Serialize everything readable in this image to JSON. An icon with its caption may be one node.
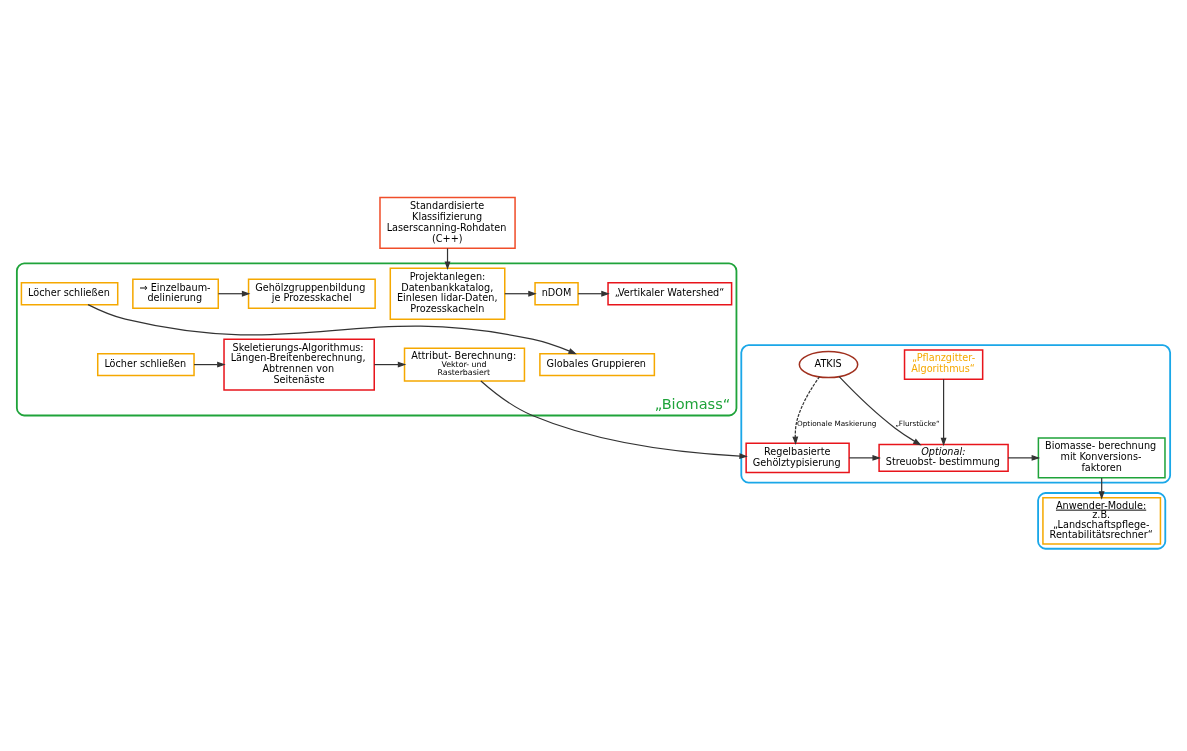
{
  "diagram": {
    "nodes": [
      {
        "text": [
          "Standardisierte Klassifizierung Laserscanning-Rohdaten (C++)"
        ]
      },
      {
        "text": [
          "„Biomass“"
        ]
      },
      {
        "text": [
          "Projektanlegen: Datenbankkatalog, Einlesen lidar-Daten, Prozesskacheln"
        ],
        "in": 1
      },
      {
        "text": [
          "nDOM"
        ],
        "in": 1
      },
      {
        "text": [
          "„Vertikaler Watershed“"
        ],
        "in": 1
      },
      {
        "text": [
          "⇒ Einzelbaum- delinierung"
        ],
        "in": 1
      },
      {
        "text": [
          "Gehölzgruppenbildung je Prozesskachel"
        ],
        "in": 1
      },
      {
        "text": [
          "Löcher schließen"
        ],
        "in": 1
      },
      {
        "text": [
          "Globales Gruppieren"
        ],
        "in": 1
      },
      {
        "text": [
          "Löcher schließen"
        ],
        "in": 1
      },
      {
        "text": [
          "Skeletierungs-Algorithmus: Längen-Breitenberechnung, Abtrennen von Seitenäste"
        ],
        "in": 1
      },
      {
        "text": [
          "Attribut- Berechnung:",
          "Vektor- und Rasterbasiert"
        ],
        "in": 1
      },
      {
        "text": [],
        "shape": "box"
      },
      {
        "text": [
          "Regelbasierte Gehölztypisierung"
        ],
        "in": 12
      },
      {
        "text": [
          "*Optional:* Streuobst- bestimmung"
        ],
        "in": 12
      },
      {
        "text": [
          "Biomasse- berechnung mit Konversions- faktoren"
        ],
        "in": 12
      },
      {
        "text": [
          "ATKIS"
        ],
        "in": 12
      },
      {
        "text": [
          "„Pflanzgitter- Algorithmus“"
        ],
        "in": 12
      },
      {
        "text": [],
        "shape": "box"
      },
      {
        "text": [
          "Anwender-Module:",
          "z.B. „Landschaftspflege- Rentabilitätsrechner“"
        ],
        "in": 18
      }
    ],
    "edges": [
      {
        "from": 0,
        "to": 2,
        "arrow": "to"
      },
      {
        "from": 2,
        "to": 3,
        "arrow": "to"
      },
      {
        "from": 3,
        "to": 4,
        "arrow": "to"
      },
      {
        "from": 5,
        "to": 6,
        "arrow": "to"
      },
      {
        "from": 7,
        "to": 8,
        "arrow": "to"
      },
      {
        "from": 9,
        "to": 10,
        "arrow": "to"
      },
      {
        "from": 10,
        "to": 11,
        "arrow": "to"
      },
      {
        "from": 11,
        "to": 13,
        "arrow": "to"
      },
      {
        "from": 13,
        "to": 14,
        "arrow": "to"
      },
      {
        "from": 14,
        "to": 15,
        "arrow": "to"
      },
      {
        "from": 15,
        "to": 19,
        "arrow": "to"
      },
      {
        "from": 16,
        "to": 13,
        "arrow": "to",
        "label": "Optionale Maskierung",
        "style": "dashed"
      },
      {
        "from": 16,
        "to": 14,
        "arrow": "to",
        "label": "„Flurstücke“"
      },
      {
        "from": 17,
        "to": 14,
        "arrow": "to"
      }
    ]
  }
}
